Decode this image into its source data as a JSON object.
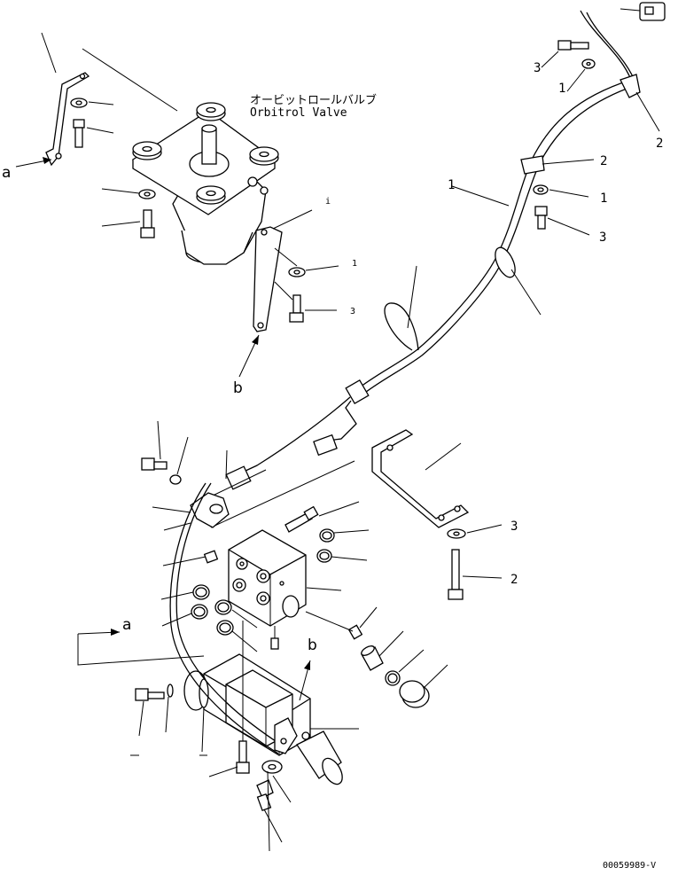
{
  "title_jp": "オービットロールバルブ",
  "title_en": "Orbitrol Valve",
  "view_labels": {
    "a_top": "a",
    "b_top": "b",
    "a_mid": "a",
    "b_mid": "b"
  },
  "callouts": {
    "c01": "3",
    "c02": "1",
    "c03": "2",
    "c04": "2",
    "c05": "1",
    "c06": "3",
    "c07": "1",
    "c08": "i",
    "c09": "1",
    "c10": "3",
    "c11": "3",
    "c12": "2"
  },
  "drawing_number": "00059989-V"
}
